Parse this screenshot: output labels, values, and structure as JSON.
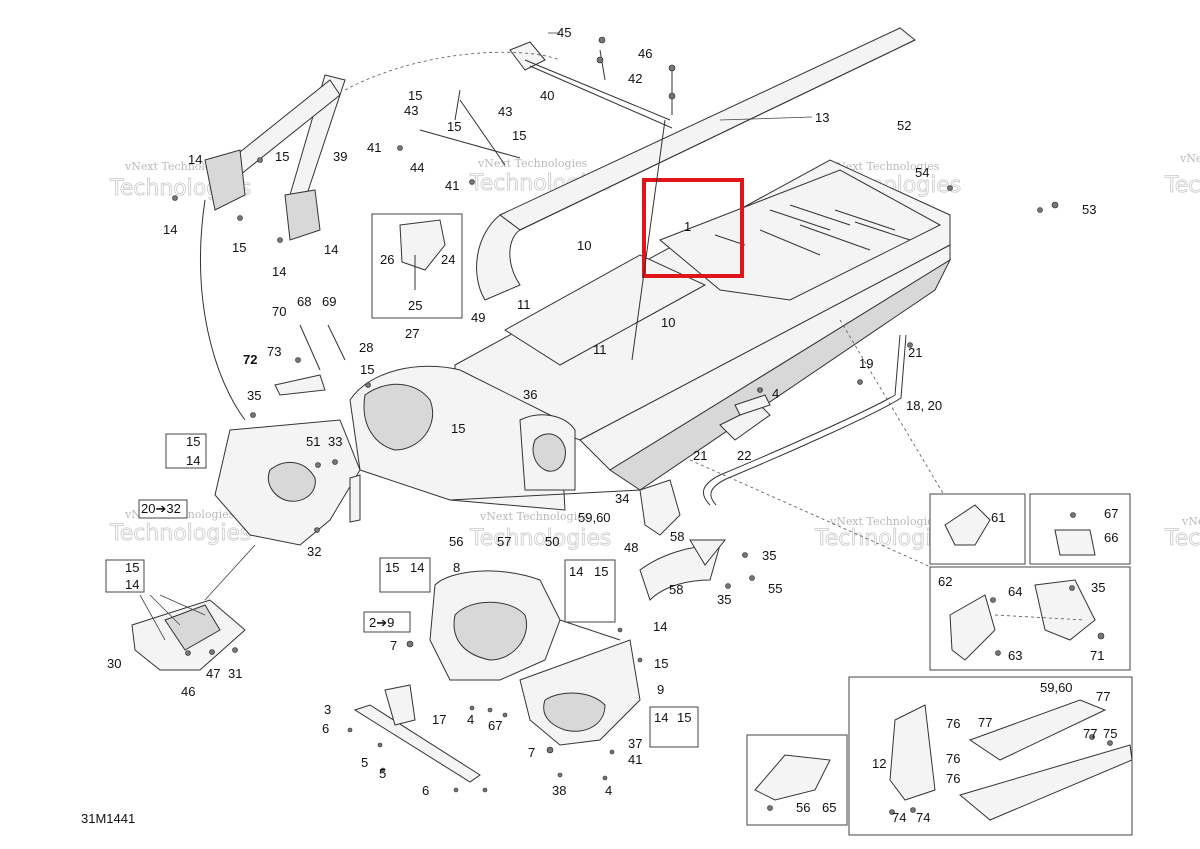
{
  "diagram_code": "31M1441",
  "watermark": {
    "line1": "vNext Technologies",
    "line2": "Technologies"
  },
  "highlight": {
    "color": "#e0141b",
    "part": "1"
  },
  "callouts": {
    "c45": "45",
    "c46a": "46",
    "c42": "42",
    "c40": "40",
    "c43a": "43",
    "c43b": "43",
    "c15a": "15",
    "c15b": "15",
    "c15c": "15",
    "c15d": "15",
    "c15e": "15",
    "c41a": "41",
    "c41b": "41",
    "c44": "44",
    "c13": "13",
    "c39": "39",
    "c14a": "14",
    "c14b": "14",
    "c14c": "14",
    "c14d": "14",
    "c52": "52",
    "c54": "54",
    "c53": "53",
    "c1": "1",
    "c26": "26",
    "c24": "24",
    "c25": "25",
    "c10a": "10",
    "c10b": "10",
    "c11a": "11",
    "c11b": "11",
    "c70": "70",
    "c68": "68",
    "c69": "69",
    "c27": "27",
    "c49": "49",
    "c72": "72",
    "c73": "73",
    "c28": "28",
    "c15f": "15",
    "c35a": "35",
    "c19": "19",
    "c21a": "21",
    "c1820": "18, 20",
    "c36": "36",
    "c4a": "4",
    "c15g": "15",
    "c15h": "15",
    "c14e": "14",
    "c51": "51",
    "c33": "33",
    "c22": "22",
    "c21b": "21",
    "c2032": "20➔32",
    "c34": "34",
    "c61": "61",
    "c67a": "67",
    "c66": "66",
    "c32": "32",
    "c56a": "56",
    "c57": "57",
    "c50": "50",
    "c5960a": "59,60",
    "c58a": "58",
    "c48": "48",
    "c58b": "58",
    "c35b": "35",
    "c55": "55",
    "c35c": "35",
    "c15i": "15",
    "c14f": "14",
    "c8": "8",
    "c14g": "14",
    "c15j": "15",
    "c62": "62",
    "c64": "64",
    "c35d": "35",
    "c63": "63",
    "c71": "71",
    "c29": "2➔9",
    "c7a": "7",
    "c14h": "14",
    "c15k": "15",
    "c15l": "15",
    "c14i": "14",
    "c30": "30",
    "c46b": "46",
    "c47": "47",
    "c31": "31",
    "c9": "9",
    "c3": "3",
    "c17": "17",
    "c6a": "6",
    "c4b": "4",
    "c67b": "67",
    "c14j": "14",
    "c15m": "15",
    "c5a": "5",
    "c7b": "7",
    "c37": "37",
    "c5b": "5",
    "c41c": "41",
    "c6b": "6",
    "c38": "38",
    "c4c": "4",
    "c5960b": "59,60",
    "c77a": "77",
    "c76a": "76",
    "c77b": "77",
    "c77c": "77",
    "c75": "75",
    "c12": "12",
    "c76b": "76",
    "c76c": "76",
    "c74a": "74",
    "c74b": "74",
    "c56b": "56",
    "c65": "65"
  }
}
